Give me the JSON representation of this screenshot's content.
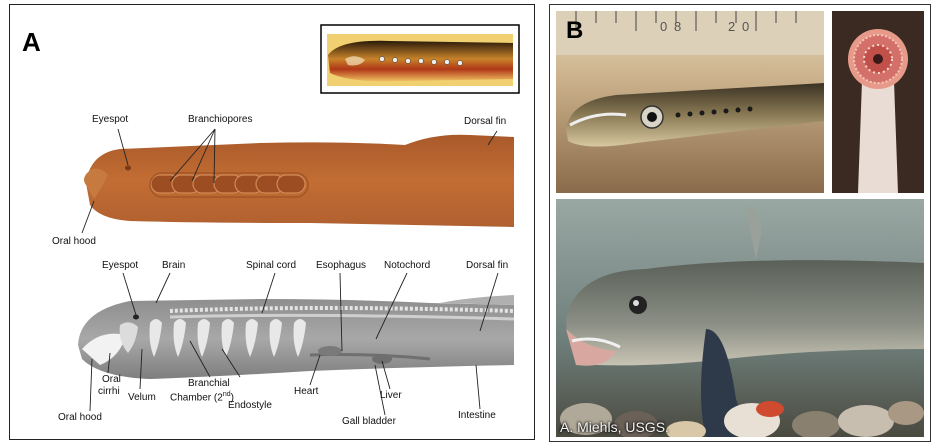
{
  "panel_a": {
    "letter": "A",
    "top_labels": {
      "eyespot": "Eyespot",
      "branchiopores": "Branchiopores",
      "dorsal_fin": "Dorsal fin",
      "oral_hood": "Oral hood"
    },
    "bottom_labels": {
      "eyespot": "Eyespot",
      "brain": "Brain",
      "spinal_cord": "Spinal cord",
      "esophagus": "Esophagus",
      "notochord": "Notochord",
      "dorsal_fin": "Dorsal fin",
      "oral_cirrhi_1": "Oral",
      "oral_cirrhi_2": "cirrhi",
      "oral_hood": "Oral hood",
      "velum": "Velum",
      "branchial_chamber_1": "Branchial",
      "branchial_chamber_2": "Chamber (2",
      "branchial_chamber_sup": "nd",
      "branchial_chamber_3": ")",
      "endostyle": "Endostyle",
      "heart": "Heart",
      "liver": "Liver",
      "gall_bladder": "Gall bladder",
      "intestine": "Intestine"
    }
  },
  "panel_b": {
    "letter": "B",
    "ruler_marks": [
      "0",
      "8",
      "2",
      "0"
    ],
    "credit": "A. Miehls, USGS."
  },
  "colors": {
    "body_brown": "#b8652e",
    "grey_body": "#9a9a9a"
  }
}
